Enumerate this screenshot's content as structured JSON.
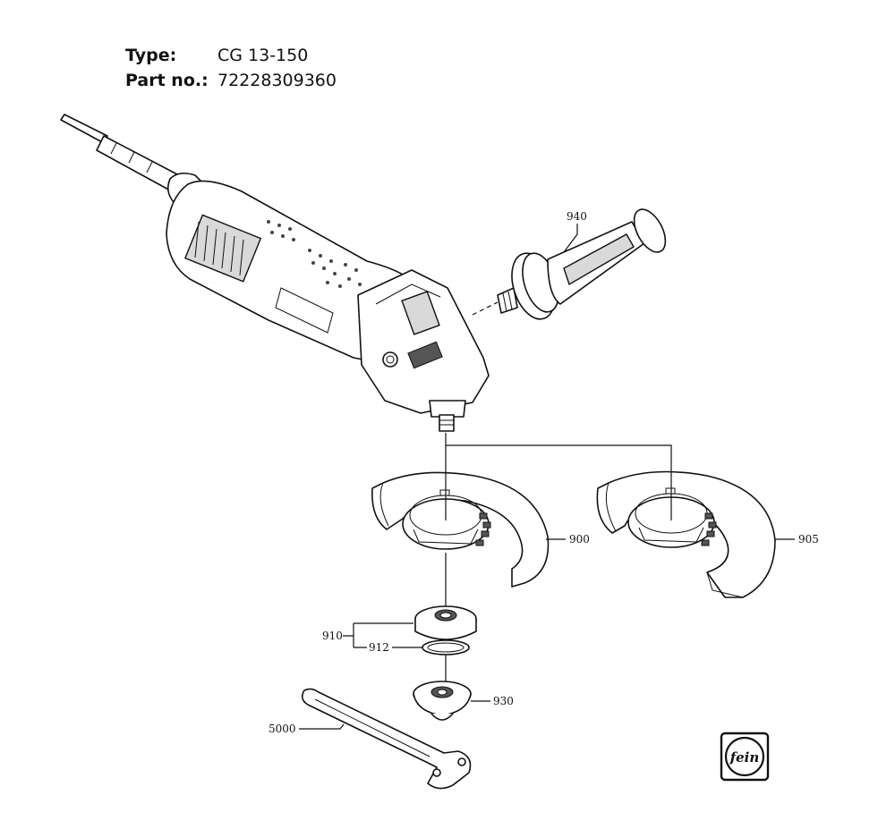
{
  "header": {
    "type_label": "Type:",
    "type_value": "CG 13-150",
    "part_label": "Part no.:",
    "part_value": "72228309360"
  },
  "callouts": {
    "p940": "940",
    "p900": "900",
    "p905": "905",
    "p910": "910",
    "p912": "912",
    "p930": "930",
    "p5000": "5000"
  },
  "logo": {
    "text": "fein"
  }
}
